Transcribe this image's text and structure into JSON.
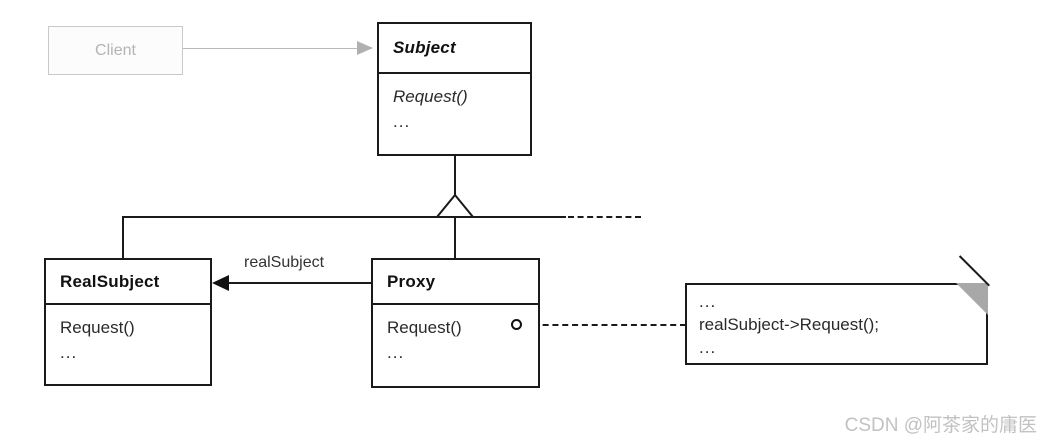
{
  "diagram": {
    "title": "Proxy Pattern Class Diagram",
    "notation": "UML",
    "background_color": "#ffffff",
    "line_color": "#1a1a1a",
    "muted_color": "#b4b4b4",
    "fold_color": "#a8a8a8"
  },
  "client": {
    "name": "Client",
    "style": "greyed-out"
  },
  "subject": {
    "name": "Subject",
    "operations": [
      {
        "text": "Request()",
        "style": "italic"
      },
      {
        "text": "...",
        "style": "plain"
      }
    ]
  },
  "realsubject": {
    "name": "RealSubject",
    "operations": [
      {
        "text": "Request()",
        "style": "plain"
      },
      {
        "text": "...",
        "style": "plain"
      }
    ]
  },
  "proxy": {
    "name": "Proxy",
    "operations": [
      {
        "text": "Request()",
        "style": "plain"
      },
      {
        "text": "...",
        "style": "plain"
      }
    ]
  },
  "association": {
    "label": "realSubject",
    "from": "Proxy",
    "to": "RealSubject",
    "arrow": "filled"
  },
  "note": {
    "lines": [
      {
        "text": "..."
      },
      {
        "text": "realSubject->Request();"
      },
      {
        "text": "..."
      }
    ]
  },
  "watermark": {
    "text": "CSDN @阿茶家的庸医"
  }
}
